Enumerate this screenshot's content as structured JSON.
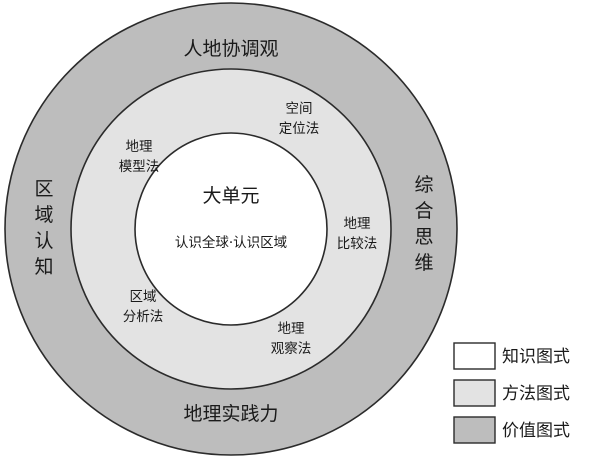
{
  "rings": {
    "outer": {
      "top": "人地协调观",
      "bottom": "地理实践力",
      "left": [
        "区",
        "域",
        "认",
        "知"
      ],
      "right": [
        "综",
        "合",
        "思",
        "维"
      ]
    },
    "middle": {
      "spatial": [
        "空间",
        "定位法"
      ],
      "compare": [
        "地理",
        "比较法"
      ],
      "observe": [
        "地理",
        "观察法"
      ],
      "analyze": [
        "区域",
        "分析法"
      ],
      "model": [
        "地理",
        "模型法"
      ]
    },
    "core": {
      "title": "大单元",
      "subtitle": "认识全球·认识区域"
    }
  },
  "legend": {
    "items": [
      {
        "label": "知识图式",
        "color": "#ffffff"
      },
      {
        "label": "方法图式",
        "color": "#e3e3e3"
      },
      {
        "label": "价值图式",
        "color": "#bdbdbd"
      }
    ]
  },
  "colors": {
    "outer_ring": "#bdbdbd",
    "middle_ring": "#e3e3e3",
    "core": "#ffffff",
    "stroke": "#2b2b2b"
  }
}
